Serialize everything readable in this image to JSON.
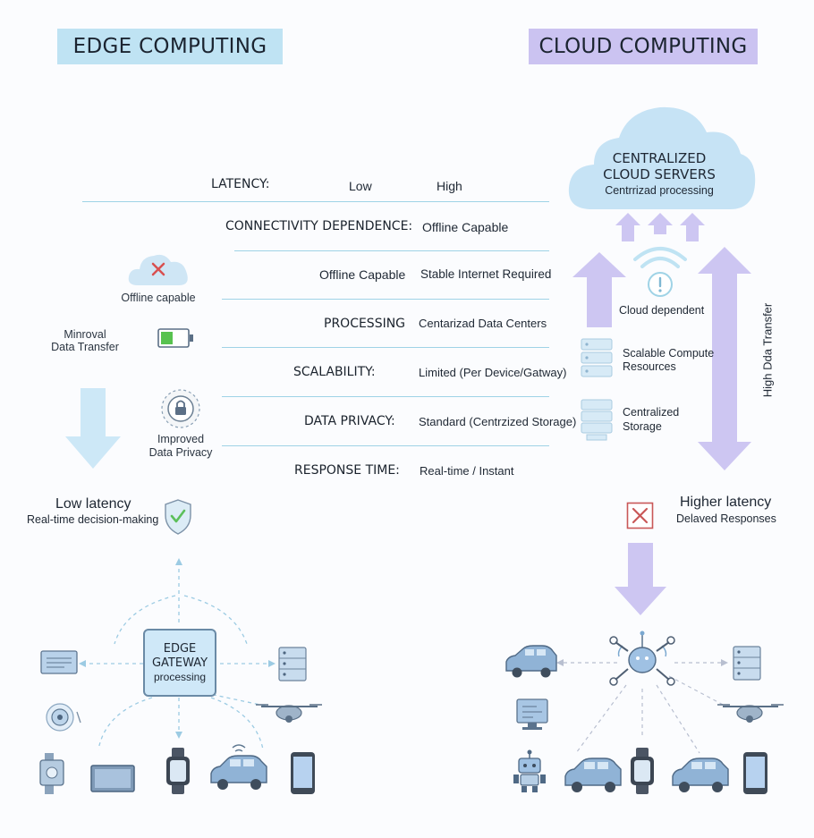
{
  "titles": {
    "edge": "EDGE COMPUTING",
    "cloud": "CLOUD COMPUTING"
  },
  "comparison": {
    "latency_key": "LATENCY:",
    "latency_edge": "Low",
    "latency_cloud": "High",
    "connectivity_key": "CONNECTIVITY DEPENDENCE:",
    "connectivity_value": "Offline Capable",
    "offline_left": "Offline Capable",
    "offline_right": "Stable Internet Required",
    "processing_key": "PROCESSING",
    "processing_value": "Centarizad Data Centers",
    "scalability_key": "SCALABILITY:",
    "scalability_value": "Limited (Per Device/Gatway)",
    "privacy_key": "DATA PRIVACY:",
    "privacy_value": "Standard (Centrzized Storage)",
    "response_key": "RESPONSE TIME:",
    "response_value": "Real-time / Instant"
  },
  "edge": {
    "offline_caption": "Offline capable",
    "minimal_line1": "Minroval",
    "minimal_line2": "Data Transfer",
    "privacy_line1": "Improved",
    "privacy_line2": "Data Privacy",
    "low_latency": "Low latency",
    "realtime": "Real-time decision-making",
    "gateway_line1": "EDGE",
    "gateway_line2": "GATEWAY",
    "gateway_line3": "processing"
  },
  "cloud": {
    "server_line1": "CENTRALIZED",
    "server_line2": "CLOUD SERVERS",
    "server_line3": "Centrrizad processing",
    "dependent": "Cloud dependent",
    "scalable_line1": "Scalable Compute",
    "scalable_line2": "Resources",
    "storage_line1": "Centralized",
    "storage_line2": "Storage",
    "transfer": "High Dda Transfer",
    "higher_latency": "Higher latency",
    "delayed": "Delaved Responses"
  },
  "colors": {
    "edge_accent": "#bfe3f3",
    "cloud_accent": "#cbc3f1",
    "rule": "#9fd3e6"
  }
}
